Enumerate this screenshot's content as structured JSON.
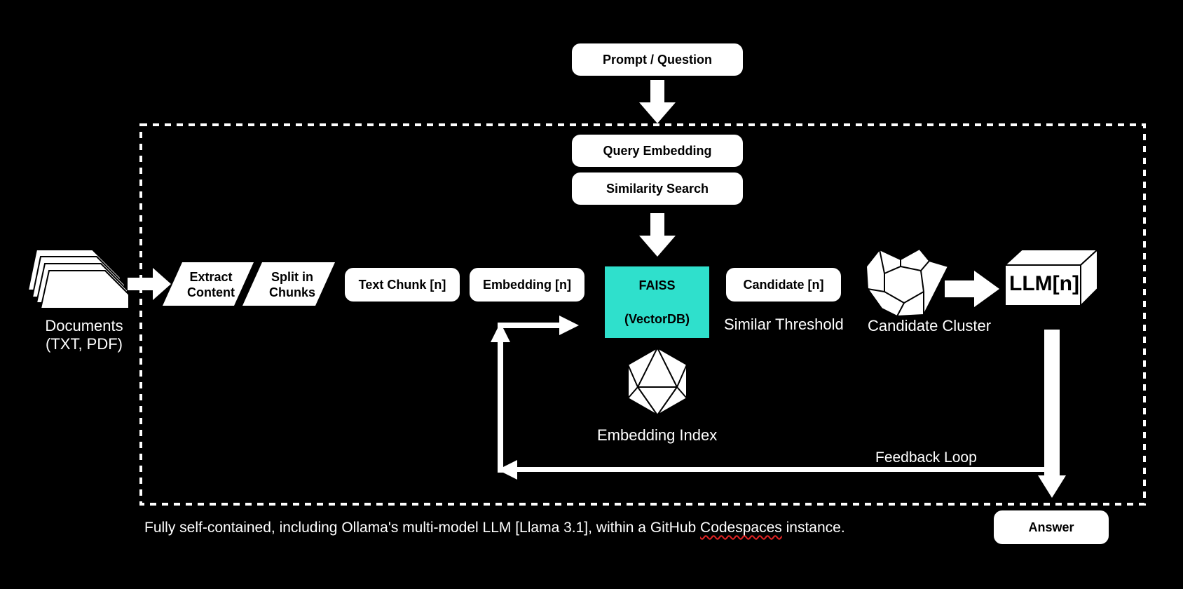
{
  "prompt": "Prompt / Question",
  "query_embedding": "Query Embedding",
  "similarity_search": "Similarity Search",
  "documents": {
    "line1": "Documents",
    "line2": "(TXT, PDF)"
  },
  "extract": {
    "line1": "Extract",
    "line2": "Content"
  },
  "split": {
    "line1": "Split in",
    "line2": "Chunks"
  },
  "text_chunk": "Text Chunk [n]",
  "embedding": "Embedding [n]",
  "faiss": {
    "line1": "FAISS",
    "line2": "(VectorDB)"
  },
  "candidate": "Candidate [n]",
  "similar_threshold": "Similar Threshold",
  "candidate_cluster": "Candidate Cluster",
  "llm": "LLM[n]",
  "embedding_index": "Embedding Index",
  "feedback_loop": "Feedback Loop",
  "answer": "Answer",
  "footer": {
    "before": "Fully self-contained, including Ollama's multi-model LLM [Llama 3.1], within a GitHub ",
    "marked": "Codespaces",
    "after": " instance."
  },
  "colors": {
    "background": "#000000",
    "foreground": "#ffffff",
    "faiss": "#2fe0cc"
  }
}
